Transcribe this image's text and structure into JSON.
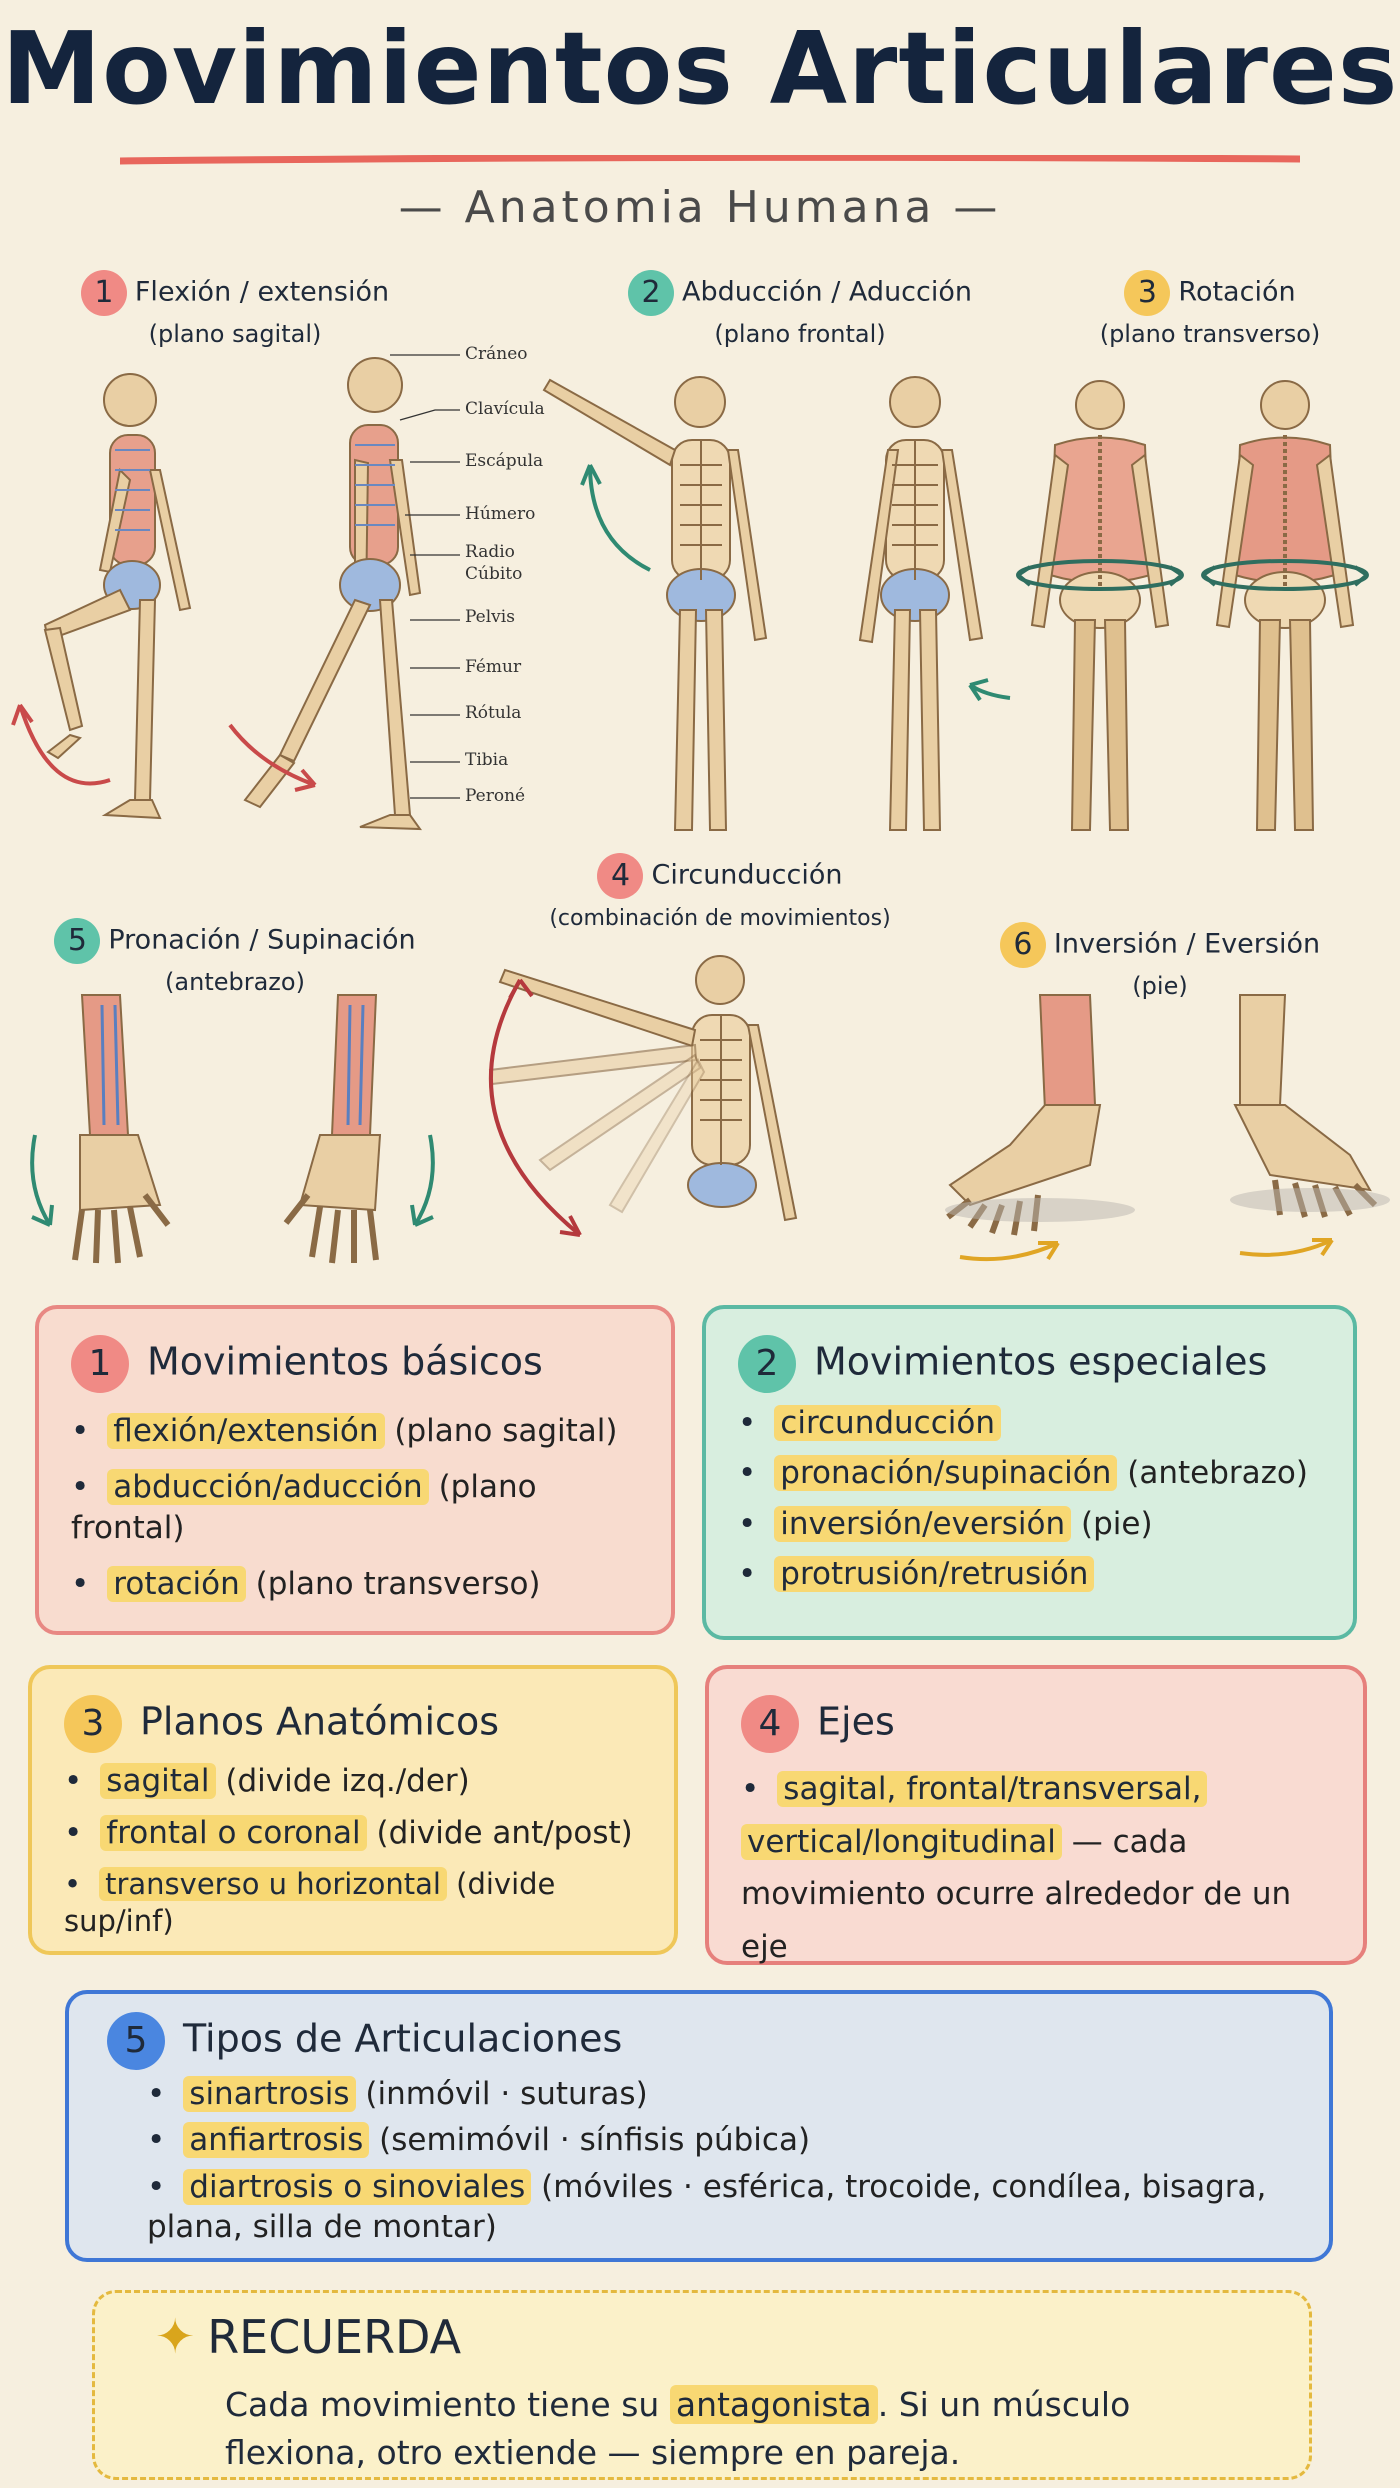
{
  "header": {
    "title": "Movimientos Articulares",
    "subtitle": "— Anatomia Humana —"
  },
  "sections": {
    "s1": {
      "num": "1",
      "title": "Flexión / extensión",
      "sub": "(plano sagital)"
    },
    "s2": {
      "num": "2",
      "title": "Abducción / Aducción",
      "sub": "(plano frontal)"
    },
    "s3": {
      "num": "3",
      "title": "Rotación",
      "sub": "(plano transverso)"
    },
    "s4": {
      "num": "4",
      "title": "Circunducción",
      "sub": "(combinación de movimientos)"
    },
    "s5": {
      "num": "5",
      "title": "Pronación / Supinación",
      "sub": "(antebrazo)"
    },
    "s6": {
      "num": "6",
      "title": "Inversión / Eversión",
      "sub": "(pie)"
    }
  },
  "bones": [
    "Cráneo",
    "Clavícula",
    "Escápula",
    "Húmero",
    "Radio",
    "Cúbito",
    "Pelvis",
    "Fémur",
    "Rótula",
    "Tibia",
    "Peroné"
  ],
  "cards": {
    "basic": {
      "num": "1",
      "title": "Movimientos básicos",
      "items": [
        {
          "hl": "flexión/extensión",
          "note": "(plano sagital)"
        },
        {
          "hl": "abducción/aducción",
          "note": "(plano frontal)"
        },
        {
          "hl": "rotación",
          "note": "(plano transverso)"
        }
      ]
    },
    "special": {
      "num": "2",
      "title": "Movimientos especiales",
      "items": [
        {
          "hl": "circunducción",
          "note": ""
        },
        {
          "hl": "pronación/supinación",
          "note": "(antebrazo)"
        },
        {
          "hl": "inversión/eversión",
          "note": "(pie)"
        },
        {
          "hl": "protrusión/retrusión",
          "note": ""
        }
      ]
    },
    "planes": {
      "num": "3",
      "title": "Planos Anatómicos",
      "items": [
        {
          "hl": "sagital",
          "note": "(divide izq./der)"
        },
        {
          "hl": "frontal o coronal",
          "note": "(divide ant/post)"
        },
        {
          "hl": "transverso u horizontal",
          "note": "(divide sup/inf)"
        }
      ]
    },
    "axes": {
      "num": "4",
      "title": "Ejes",
      "hl1": "sagital, frontal/transversal,",
      "hl2": "vertical/longitudinal",
      "note": "— cada movimiento ocurre alrededor de un eje"
    },
    "joints": {
      "num": "5",
      "title": "Tipos de Articulaciones",
      "items": [
        {
          "hl": "sinartrosis",
          "note": "(inmóvil · suturas)"
        },
        {
          "hl": "anfiartrosis",
          "note": "(semimóvil · sínfisis púbica)"
        },
        {
          "hl": "diartrosis o sinoviales",
          "note": "(móviles · esférica, trocoide, condílea, bisagra, plana, silla de montar)"
        }
      ]
    }
  },
  "remember": {
    "title": "RECUERDA",
    "text_before": "Cada movimiento tiene su",
    "hl": "antagonista",
    "text_after": ". Si un músculo flexiona, otro extiende — siempre en pareja."
  },
  "colors": {
    "red": "#f08a85",
    "teal": "#5fc3a9",
    "yellow": "#f5c75a",
    "blue": "#4a86e0",
    "highlight": "#f8d873",
    "background": "#f6efdf"
  }
}
